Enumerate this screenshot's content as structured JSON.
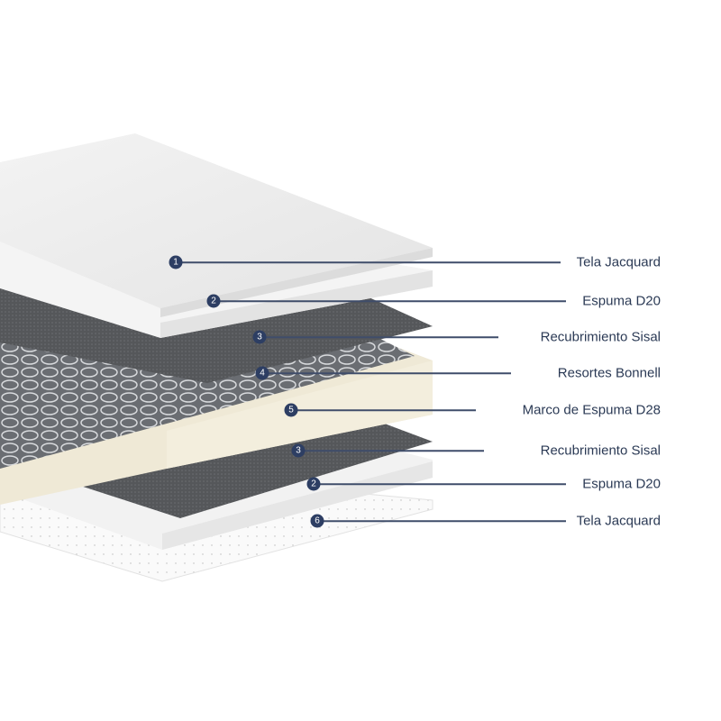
{
  "layers": [
    {
      "number": "1",
      "label": "Tela Jacquard"
    },
    {
      "number": "2",
      "label": "Espuma D20"
    },
    {
      "number": "3",
      "label": "Recubrimiento Sisal"
    },
    {
      "number": "4",
      "label": "Resortes Bonnell"
    },
    {
      "number": "5",
      "label": "Marco de Espuma D28"
    },
    {
      "number": "3",
      "label": "Recubrimiento Sisal"
    },
    {
      "number": "2",
      "label": "Espuma D20"
    },
    {
      "number": "6",
      "label": "Tela Jacquard"
    }
  ],
  "colors": {
    "marker": "#2d3e63",
    "text": "#2b3a55",
    "sisal": "#55575a",
    "frame": "#efe9d6"
  }
}
